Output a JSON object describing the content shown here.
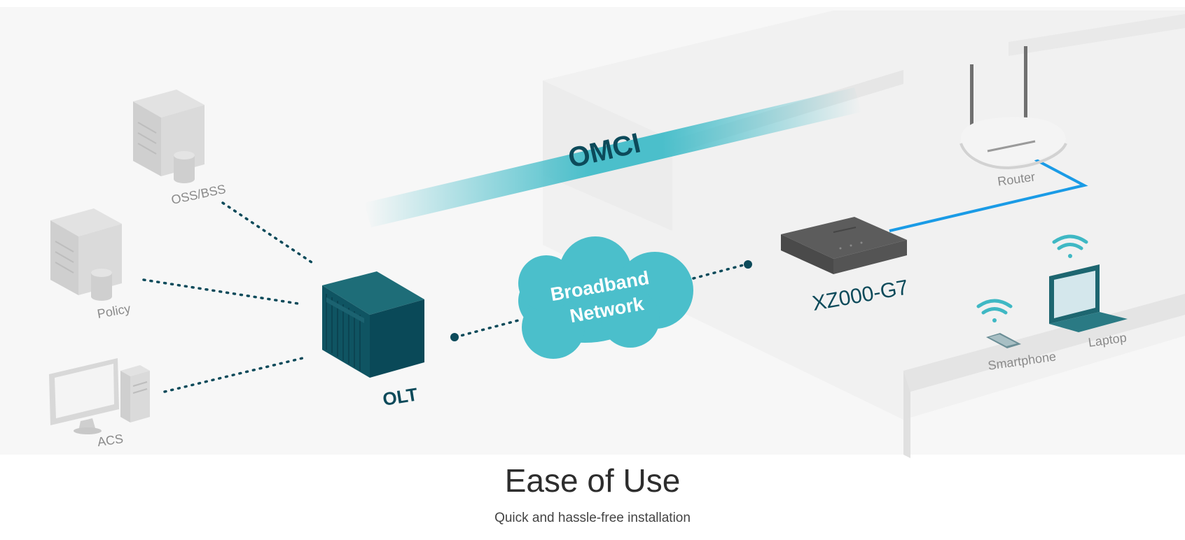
{
  "diagram": {
    "servers": {
      "oss_bss": "OSS/BSS",
      "policy": "Policy",
      "acs": "ACS"
    },
    "olt_label": "OLT",
    "omci_label": "OMCI",
    "cloud": {
      "line1": "Broadband",
      "line2": "Network"
    },
    "device_label": "XZ000-G7",
    "router_label": "Router",
    "laptop_label": "Laptop",
    "smartphone_label": "Smartphone"
  },
  "section": {
    "title": "Ease of Use",
    "subtitle": "Quick and hassle-free installation"
  },
  "colors": {
    "teal_dark": "#0c4a5a",
    "teal_cloud": "#4bbfcb",
    "link_blue": "#1a9be6",
    "wifi": "#3fb8c4"
  }
}
